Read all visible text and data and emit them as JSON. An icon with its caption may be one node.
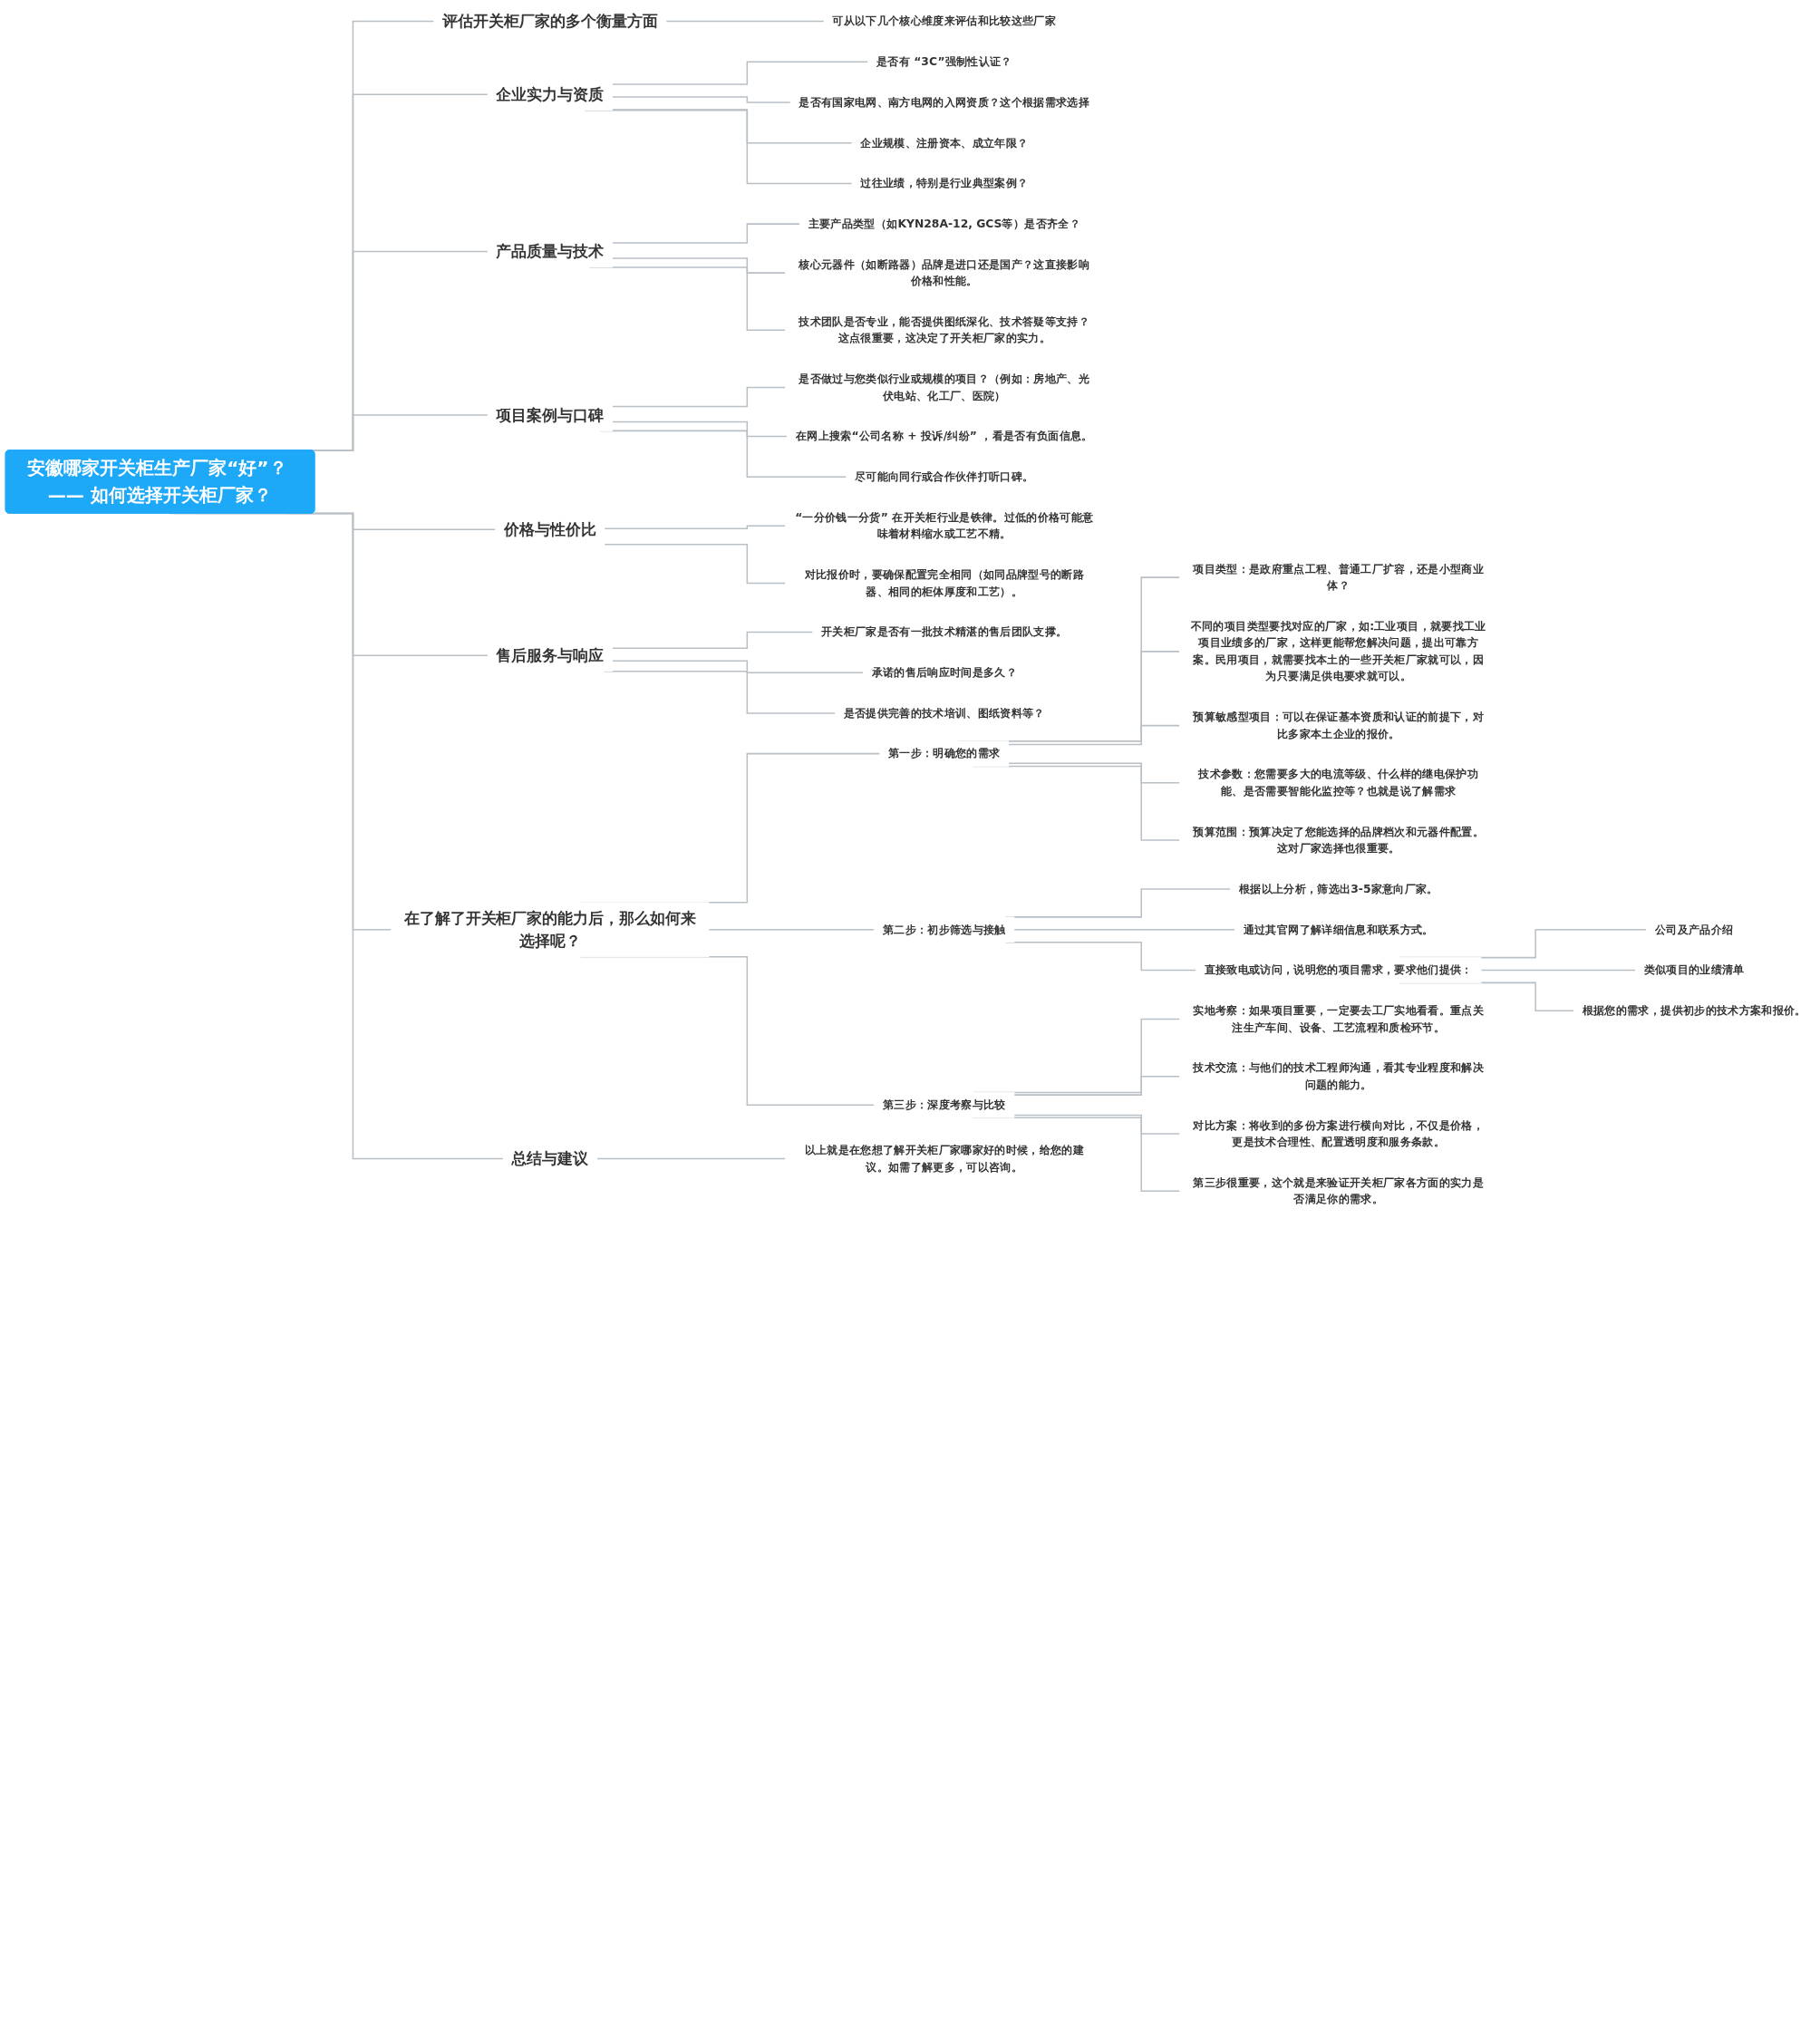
{
  "diagram": {
    "nodes": [
      {
        "text": [
          "安徽哪家开关柜生产厂家“好”？ —— 如何选择开关柜厂家？"
        ]
      },
      {
        "text": [
          "评估开关柜厂家的多个衡量方面"
        ]
      },
      {
        "text": [
          "可从以下几个核心维度来评估和比较这些厂家"
        ]
      },
      {
        "text": [
          "企业实力与资质"
        ]
      },
      {
        "text": [
          "是否有 “3C”强制性认证？"
        ]
      },
      {
        "text": [
          "是否有国家电网、南方电网的入网资质？这个根据需求选择"
        ]
      },
      {
        "text": [
          "企业规模、注册资本、成立年限？"
        ]
      },
      {
        "text": [
          "过往业绩，特别是行业典型案例？"
        ]
      },
      {
        "text": [
          "产品质量与技术"
        ]
      },
      {
        "text": [
          "主要产品类型（如KYN28A-12, GCS等）是否齐全？"
        ]
      },
      {
        "text": [
          "核心元器件（如断路器）品牌是进口还是国产？这直接影响价格和性能。"
        ]
      },
      {
        "text": [
          "技术团队是否专业，能否提供图纸深化、技术答疑等支持？这点很重要，这决定了开关柜厂家的实力。"
        ]
      },
      {
        "text": [
          "项目案例与口碑"
        ]
      },
      {
        "text": [
          "是否做过与您类似行业或规模的项目？（例如：房地产、光伏电站、化工厂、医院）"
        ]
      },
      {
        "text": [
          "在网上搜索“公司名称 + 投诉/纠纷” ，看是否有负面信息。"
        ]
      },
      {
        "text": [
          "尽可能向同行或合作伙伴打听口碑。"
        ]
      },
      {
        "text": [
          "价格与性价比"
        ]
      },
      {
        "text": [
          "“一分价钱一分货” 在开关柜行业是铁律。过低的价格可能意味着材料缩水或工艺不精。"
        ]
      },
      {
        "text": [
          "对比报价时，要确保配置完全相同（如同品牌型号的断路器、相同的柜体厚度和工艺）。"
        ]
      },
      {
        "text": [
          "售后服务与响应"
        ]
      },
      {
        "text": [
          "开关柜厂家是否有一批技术精湛的售后团队支撑。"
        ]
      },
      {
        "text": [
          "承诺的售后响应时间是多久？"
        ]
      },
      {
        "text": [
          "是否提供完善的技术培训、图纸资料等？"
        ]
      },
      {
        "text": [
          "在了解了开关柜厂家的能力后，那么如何来选择呢？"
        ]
      },
      {
        "text": [
          "第一步：明确您的需求"
        ]
      },
      {
        "text": [
          "项目类型：是政府重点工程、普通工厂扩容，还是小型商业体？"
        ]
      },
      {
        "text": [
          "不同的项目类型要找对应的厂家，如:工业项目，就要找工业项目业绩多的厂家，这样更能帮您解决问题，提出可靠方案。民用项目，就需要找本土的一些开关柜厂家就可以，因为只要满足供电要求就可以。"
        ]
      },
      {
        "text": [
          "预算敏感型项目：可以在保证基本资质和认证的前提下，对比多家本土企业的报价。"
        ]
      },
      {
        "text": [
          "技术参数：您需要多大的电流等级、什么样的继电保护功能、是否需要智能化监控等？也就是说了解需求"
        ]
      },
      {
        "text": [
          "预算范围：预算决定了您能选择的品牌档次和元器件配置。这对厂家选择也很重要。"
        ]
      },
      {
        "text": [
          "第二步：初步筛选与接触"
        ]
      },
      {
        "text": [
          "根据以上分析，筛选出3-5家意向厂家。"
        ]
      },
      {
        "text": [
          "通过其官网了解详细信息和联系方式。"
        ]
      },
      {
        "text": [
          "直接致电或访问，说明您的项目需求，要求他们提供："
        ]
      },
      {
        "text": [
          "公司及产品介绍"
        ]
      },
      {
        "text": [
          "类似项目的业绩清单"
        ]
      },
      {
        "text": [
          "根据您的需求，提供初步的技术方案和报价。"
        ]
      },
      {
        "text": [
          "第三步：深度考察与比较"
        ]
      },
      {
        "text": [
          "实地考察：如果项目重要，一定要去工厂实地看看。重点关注生产车间、设备、工艺流程和质检环节。"
        ]
      },
      {
        "text": [
          "技术交流：与他们的技术工程师沟通，看其专业程度和解决问题的能力。"
        ]
      },
      {
        "text": [
          "对比方案：将收到的多份方案进行横向对比，不仅是价格，更是技术合理性、配置透明度和服务条款。"
        ]
      },
      {
        "text": [
          "第三步很重要，这个就是来验证开关柜厂家各方面的实力是否满足你的需求。"
        ]
      },
      {
        "text": [
          "总结与建议"
        ]
      },
      {
        "text": [
          "以上就是在您想了解开关柜厂家哪家好的时候，给您的建议。如需了解更多，可以咨询。"
        ]
      }
    ],
    "edges": [
      {
        "from": 0,
        "to": 1,
        "arrow": "none"
      },
      {
        "from": 1,
        "to": 2,
        "arrow": "none"
      },
      {
        "from": 0,
        "to": 3,
        "arrow": "none"
      },
      {
        "from": 3,
        "to": 4,
        "arrow": "none"
      },
      {
        "from": 3,
        "to": 5,
        "arrow": "none"
      },
      {
        "from": 3,
        "to": 6,
        "arrow": "none"
      },
      {
        "from": 3,
        "to": 7,
        "arrow": "none"
      },
      {
        "from": 0,
        "to": 8,
        "arrow": "none"
      },
      {
        "from": 8,
        "to": 9,
        "arrow": "none"
      },
      {
        "from": 8,
        "to": 10,
        "arrow": "none"
      },
      {
        "from": 8,
        "to": 11,
        "arrow": "none"
      },
      {
        "from": 0,
        "to": 12,
        "arrow": "none"
      },
      {
        "from": 12,
        "to": 13,
        "arrow": "none"
      },
      {
        "from": 12,
        "to": 14,
        "arrow": "none"
      },
      {
        "from": 12,
        "to": 15,
        "arrow": "none"
      },
      {
        "from": 0,
        "to": 16,
        "arrow": "none"
      },
      {
        "from": 16,
        "to": 17,
        "arrow": "none"
      },
      {
        "from": 16,
        "to": 18,
        "arrow": "none"
      },
      {
        "from": 0,
        "to": 19,
        "arrow": "none"
      },
      {
        "from": 19,
        "to": 20,
        "arrow": "none"
      },
      {
        "from": 19,
        "to": 21,
        "arrow": "none"
      },
      {
        "from": 19,
        "to": 22,
        "arrow": "none"
      },
      {
        "from": 0,
        "to": 23,
        "arrow": "none"
      },
      {
        "from": 23,
        "to": 24,
        "arrow": "none"
      },
      {
        "from": 24,
        "to": 25,
        "arrow": "none"
      },
      {
        "from": 24,
        "to": 26,
        "arrow": "none"
      },
      {
        "from": 24,
        "to": 27,
        "arrow": "none"
      },
      {
        "from": 24,
        "to": 28,
        "arrow": "none"
      },
      {
        "from": 24,
        "to": 29,
        "arrow": "none"
      },
      {
        "from": 23,
        "to": 30,
        "arrow": "none"
      },
      {
        "from": 30,
        "to": 31,
        "arrow": "none"
      },
      {
        "from": 30,
        "to": 32,
        "arrow": "none"
      },
      {
        "from": 30,
        "to": 33,
        "arrow": "none"
      },
      {
        "from": 33,
        "to": 34,
        "arrow": "none"
      },
      {
        "from": 33,
        "to": 35,
        "arrow": "none"
      },
      {
        "from": 33,
        "to": 36,
        "arrow": "none"
      },
      {
        "from": 23,
        "to": 37,
        "arrow": "none"
      },
      {
        "from": 37,
        "to": 38,
        "arrow": "none"
      },
      {
        "from": 37,
        "to": 39,
        "arrow": "none"
      },
      {
        "from": 37,
        "to": 40,
        "arrow": "none"
      },
      {
        "from": 37,
        "to": 41,
        "arrow": "none"
      },
      {
        "from": 0,
        "to": 42,
        "arrow": "none"
      },
      {
        "from": 42,
        "to": 43,
        "arrow": "none"
      }
    ]
  }
}
